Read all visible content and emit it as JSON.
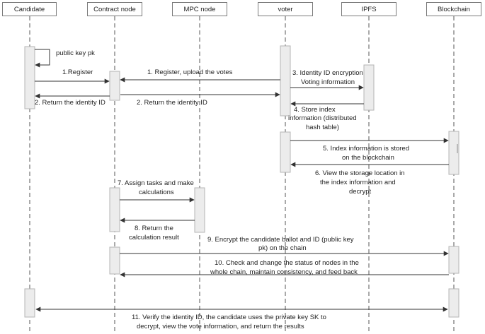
{
  "actors": {
    "candidate": "Candidate",
    "contract_node": "Contract node",
    "mpc_node": "MPC node",
    "voter": "voter",
    "ipfs": "IPFS",
    "blockchain": "Blockchain"
  },
  "messages": {
    "m0_self_pk": "public key pk",
    "m1_register": "1.Register",
    "m1_register_upload": "1. Register, upload the votes",
    "m2_return_id_a": "2. Return the identity ID",
    "m2_return_id_b": "2. Return the identity ID",
    "m3_line1": "3. Identity ID encryption",
    "m3_line2": "Voting information",
    "m4_line1": "4. Store index",
    "m4_line2": "information (distributed",
    "m4_line3": "hash table)",
    "m5_line1": "5. Index information is stored",
    "m5_line2": "on the blockchain",
    "m6_line1": "6. View the storage location in",
    "m6_line2": "the index information and",
    "m6_line3": "decrypt",
    "m7_line1": "7. Assign tasks and make",
    "m7_line2": "calculations",
    "m8_line1": "8. Return the",
    "m8_line2": "calculation result",
    "m9_line1": "9. Encrypt the candidate ballot and ID (public key",
    "m9_line2": "pk) on the chain",
    "m10_line1": "10. Check and change the status of nodes in the",
    "m10_line2": "whole chain, maintain consistency, and feed back",
    "m11_line1": "11. Verify the identity ID, the candidate uses the private key SK to",
    "m11_line2": "decrypt, view the vote information, and return the results"
  },
  "colors": {
    "lifeline": "#555555",
    "arrow": "#333333",
    "activation_fill": "#ececec",
    "activation_stroke": "#b5b5b5",
    "actor_border": "#7a7a7a"
  }
}
